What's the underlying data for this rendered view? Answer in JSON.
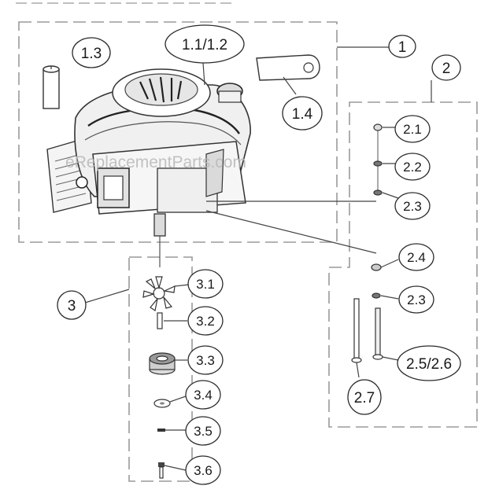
{
  "watermark": "eReplacementParts.com",
  "callouts": {
    "c1": "1",
    "c1_3": "1.3",
    "c1_1_2": "1.1/1.2",
    "c1_4": "1.4",
    "c2": "2",
    "c2_1": "2.1",
    "c2_2": "2.2",
    "c2_3a": "2.3",
    "c2_4": "2.4",
    "c2_3b": "2.3",
    "c2_5_6": "2.5/2.6",
    "c2_7": "2.7",
    "c3": "3",
    "c3_1": "3.1",
    "c3_2": "3.2",
    "c3_3": "3.3",
    "c3_4": "3.4",
    "c3_5": "3.5",
    "c3_6": "3.6"
  }
}
